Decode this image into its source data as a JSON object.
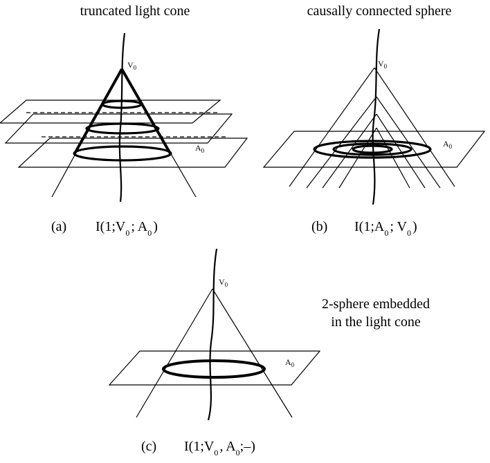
{
  "panel_a": {
    "title": "truncated light cone",
    "vertex_label": "V",
    "vertex_sub": "0",
    "plane_label": "A",
    "plane_sub": "0",
    "caption": {
      "tag": "(a)",
      "p1": "I(1;V",
      "s1": "0",
      "p2": "; A",
      "s2": "0",
      "p3": ")"
    }
  },
  "panel_b": {
    "title": "causally connected sphere",
    "vertex_label": "V",
    "vertex_sub": "0",
    "plane_label": "A",
    "plane_sub": "0",
    "caption": {
      "tag": "(b)",
      "p1": "I(1;A",
      "s1": "0",
      "p2": "; V",
      "s2": "0",
      "p3": ")"
    }
  },
  "panel_c": {
    "note_line1": "2-sphere embedded",
    "note_line2": "in the light cone",
    "vertex_label": "V",
    "vertex_sub": "0",
    "plane_label": "A",
    "plane_sub": "0",
    "caption": {
      "tag": "(c)",
      "p1": "I(1;V",
      "s1": "0",
      "p2": ", A",
      "s2": "0",
      "p3": ";–)"
    }
  }
}
